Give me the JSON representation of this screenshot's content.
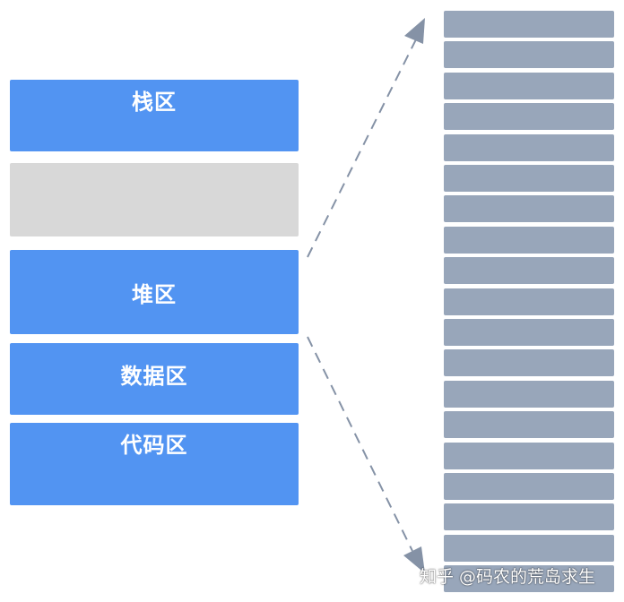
{
  "segments": {
    "stack": "栈区",
    "heap": "堆区",
    "data": "数据区",
    "code": "代码区"
  },
  "colors": {
    "segment_blue": "#5294f2",
    "segment_gray": "#d8d8d8",
    "page_strip": "#98a6ba",
    "arrow": "#8592a6"
  },
  "watermark": "知乎 @码农的荒岛求生"
}
